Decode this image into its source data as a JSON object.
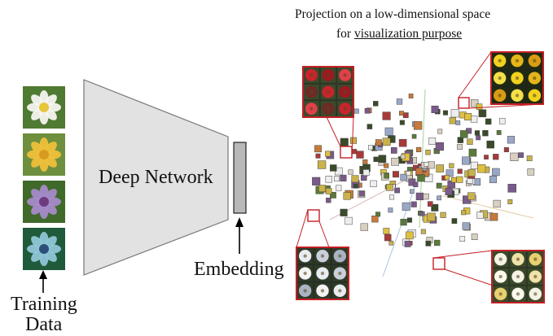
{
  "projection_title": {
    "line1": "Projection on a low-dimensional space",
    "line2_prefix": "for ",
    "line2_underlined": "visualization purpose"
  },
  "network_label": "Deep Network",
  "embedding_label": "Embedding",
  "training_label": {
    "line1": "Training",
    "line2": "Data"
  },
  "training_images": [
    {
      "icon": "white-cosmos-flower-icon",
      "petal": "#f4f4ef",
      "center": "#e7c63a",
      "bg": "#4f7a32"
    },
    {
      "icon": "yellow-canna-flower-icon",
      "petal": "#eec03a",
      "center": "#d89a20",
      "bg": "#6e8f3e"
    },
    {
      "icon": "purple-passion-flower-icon",
      "petal": "#a58ac8",
      "center": "#6f3b7f",
      "bg": "#3f6a2a"
    },
    {
      "icon": "blue-passion-flower-icon",
      "petal": "#8fc6d6",
      "center": "#2d4f7a",
      "bg": "#1f5a3a"
    }
  ],
  "colors": {
    "network_fill": "#e2e2e2",
    "network_stroke": "#777777",
    "embedding_fill": "#b8b8b8",
    "zoom_red": "#c41e24"
  },
  "zoom_insets": [
    {
      "icon": "red-anthurium-cluster-icon",
      "colors": [
        "#c8242d",
        "#9b1a22",
        "#e0404a",
        "#6e2a25"
      ],
      "bg": "#3b4a2a"
    },
    {
      "icon": "yellow-pansy-cluster-icon",
      "colors": [
        "#f1d21e",
        "#e6b51a",
        "#d99c12",
        "#f5e04a"
      ],
      "bg": "#1e2a12"
    },
    {
      "icon": "white-morning-glory-cluster-icon",
      "colors": [
        "#e9ecf0",
        "#c9cfdb",
        "#aab3c4",
        "#f4f4f4"
      ],
      "bg": "#2e3a28"
    },
    {
      "icon": "white-frangipani-cluster-icon",
      "colors": [
        "#f5f2e6",
        "#f0e2a8",
        "#e8d070",
        "#fbf8ee"
      ],
      "bg": "#3a4a2a"
    }
  ]
}
